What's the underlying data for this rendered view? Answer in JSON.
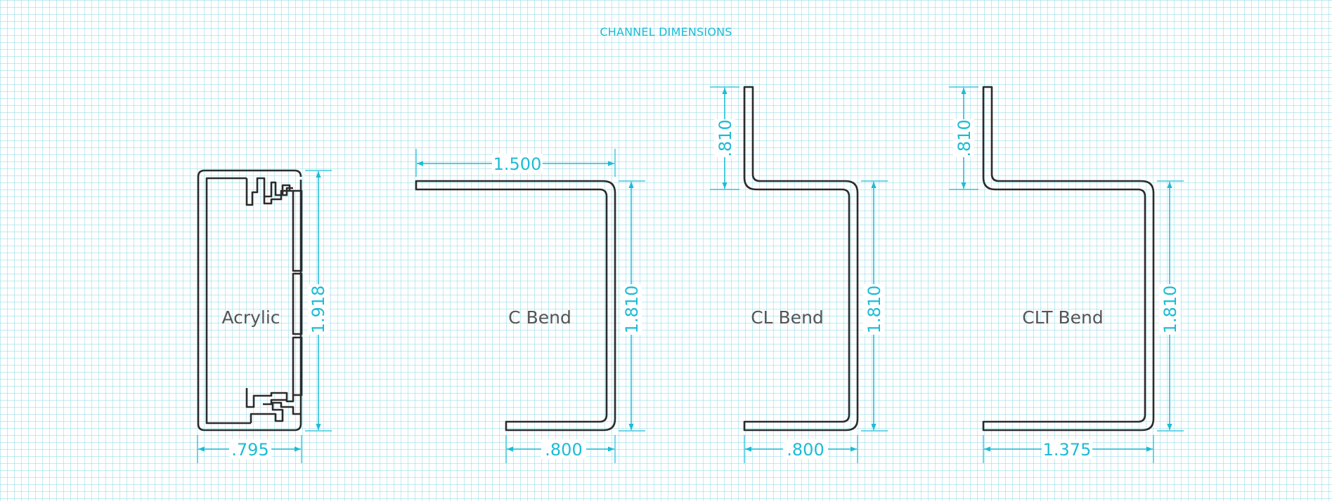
{
  "title": "CHANNEL DIMENSIONS",
  "colors": {
    "accent": "#1bbcd6",
    "outline": "#2b2b2b",
    "label": "#555555",
    "grid": "#a8e4ee"
  },
  "profiles": [
    {
      "name": "Acrylic",
      "width_dim": ".795",
      "height_dim": "1.918"
    },
    {
      "name": "C Bend",
      "top_dim": "1.500",
      "width_dim": ".800",
      "height_dim": "1.810"
    },
    {
      "name": "CL Bend",
      "lip_dim": ".810",
      "width_dim": ".800",
      "height_dim": "1.810"
    },
    {
      "name": "CLT Bend",
      "lip_dim": ".810",
      "width_dim": "1.375",
      "height_dim": "1.810"
    }
  ]
}
